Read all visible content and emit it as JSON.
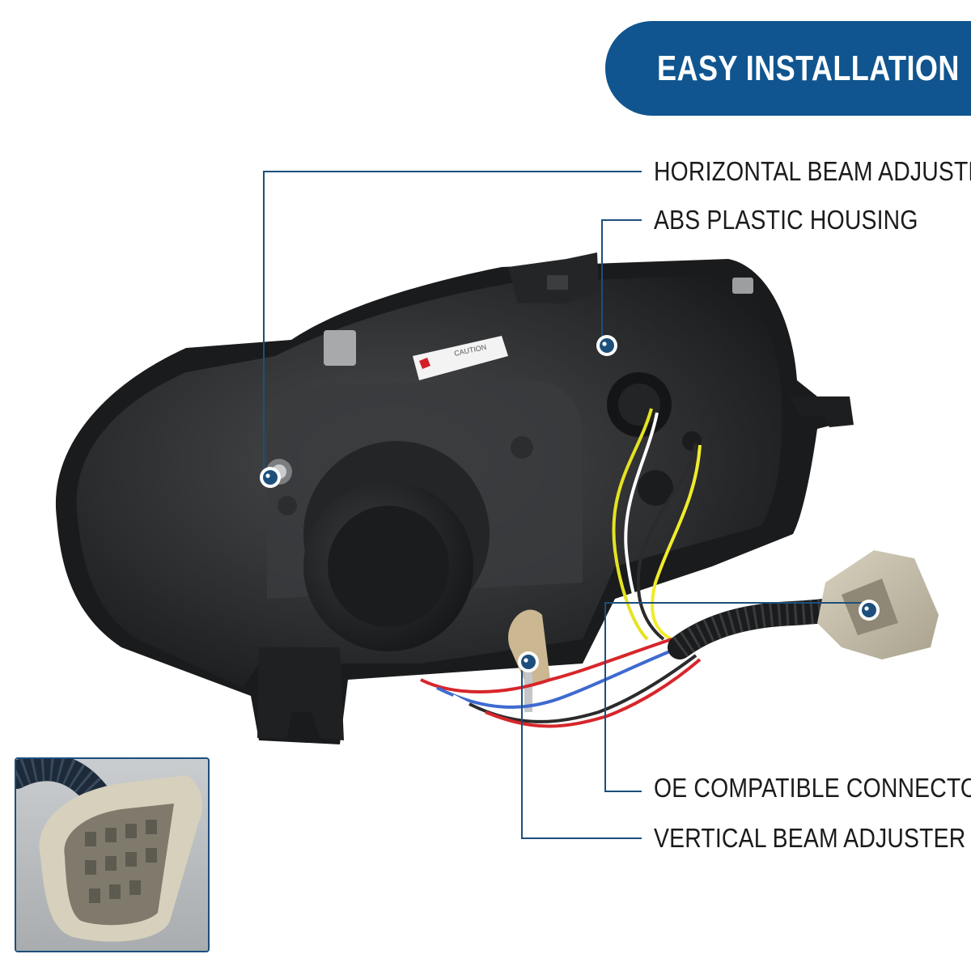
{
  "banner": {
    "title": "EASY INSTALLATION",
    "color": "#10558f"
  },
  "callouts": {
    "horizontal_beam_adjuster": "HORIZONTAL BEAM ADJUSTER",
    "abs_plastic_housing": "ABS PLASTIC HOUSING",
    "oe_compatible_connector": "OE COMPATIBLE CONNECTOR",
    "vertical_beam_adjuster": "VERTICAL BEAM ADJUSTER",
    "line_color": "#1d4f7c",
    "dot_color": "#1d4f7c"
  },
  "caution_sticker": {
    "text": "CAUTION"
  },
  "inset": {
    "icon": "wiring-connector-closeup"
  }
}
